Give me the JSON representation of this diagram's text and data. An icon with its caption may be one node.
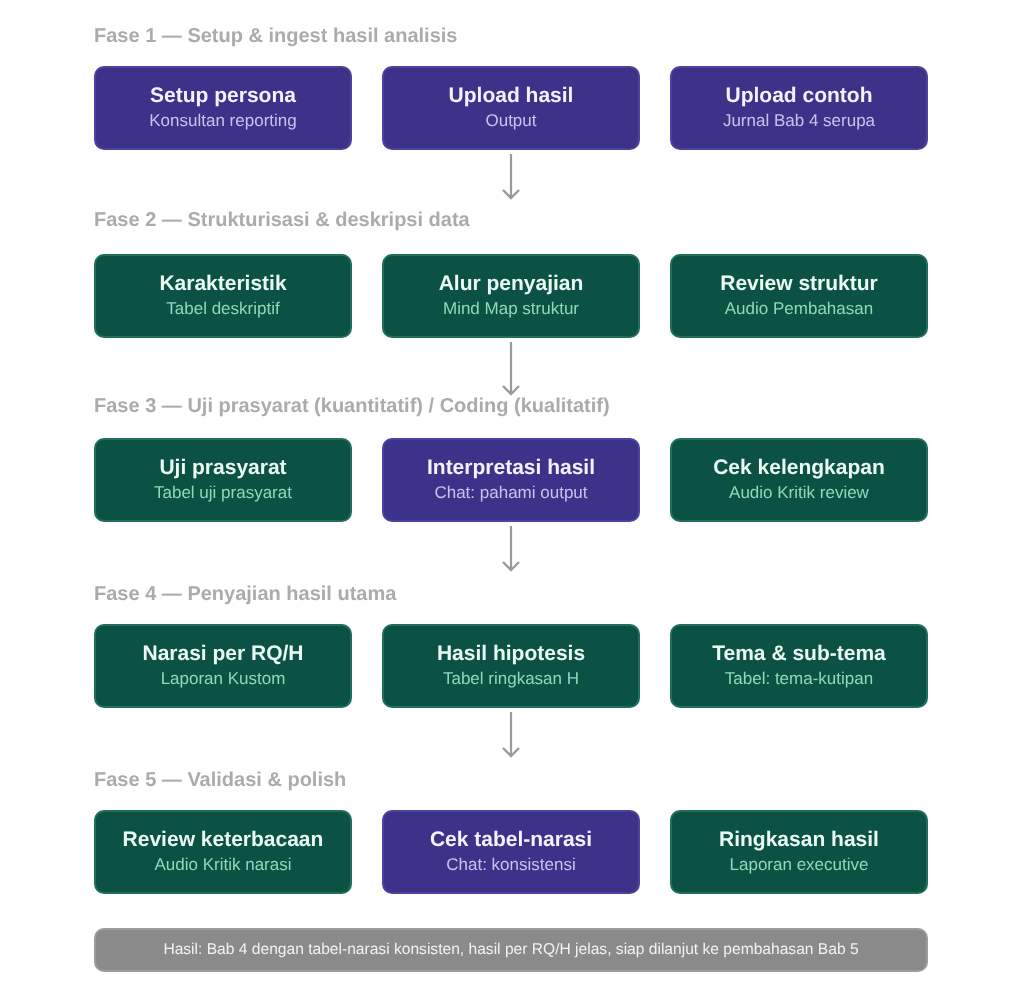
{
  "diagram": {
    "nodes": [
      {
        "text": [
          "Setup persona",
          "Konsultan reporting"
        ]
      },
      {
        "text": [
          "Upload hasil",
          "Output"
        ]
      },
      {
        "text": [
          "Upload contoh",
          "Jurnal Bab 4 serupa"
        ]
      },
      {
        "text": [
          "Karakteristik",
          "Tabel deskriptif"
        ]
      },
      {
        "text": [
          "Alur penyajian",
          "Mind Map struktur"
        ]
      },
      {
        "text": [
          "Review struktur",
          "Audio Pembahasan"
        ]
      },
      {
        "text": [
          "Fase 3 — Uji prasyarat (kuantitatif) / Coding (kualitatif)"
        ]
      },
      {
        "text": [
          "Uji prasyarat",
          "Tabel uji prasyarat"
        ]
      },
      {
        "text": [
          "Interpretasi hasil",
          "Chat: pahami output"
        ]
      },
      {
        "text": [
          "Cek kelengkapan",
          "Audio Kritik review"
        ]
      },
      {
        "text": [
          "Narasi per RQ/H",
          "Laporan Kustom"
        ]
      },
      {
        "text": [
          "Hasil hipotesis",
          "Tabel ringkasan H"
        ]
      },
      {
        "text": [
          "Tema & sub-tema",
          "Tabel: tema-kutipan"
        ]
      },
      {
        "text": [
          "Review keterbacaan",
          "Audio Kritik narasi"
        ]
      },
      {
        "text": [
          "Cek tabel-narasi",
          "Chat: konsistensi"
        ]
      },
      {
        "text": [
          "Ringkasan hasil",
          "Laporan executive"
        ]
      },
      {
        "text": [
          "Hasil: Bab 4 dengan tabel-narasi konsisten, hasil per RQ/H jelas, siap dilanjut ke pembahasan Bab 5"
        ]
      }
    ],
    "edges": [
      {
        "from": 1,
        "to": null,
        "arrow": "to"
      },
      {
        "from": 4,
        "to": 6,
        "arrow": "to"
      },
      {
        "from": 8,
        "to": null,
        "arrow": "to"
      },
      {
        "from": 11,
        "to": null,
        "arrow": "to"
      }
    ],
    "labels": [
      "Fase 1 — Setup & ingest hasil analisis",
      "Fase 2 — Strukturisasi & deskripsi data",
      "Fase 4 — Penyajian hasil utama",
      "Fase 5 — Validasi & polish"
    ]
  }
}
